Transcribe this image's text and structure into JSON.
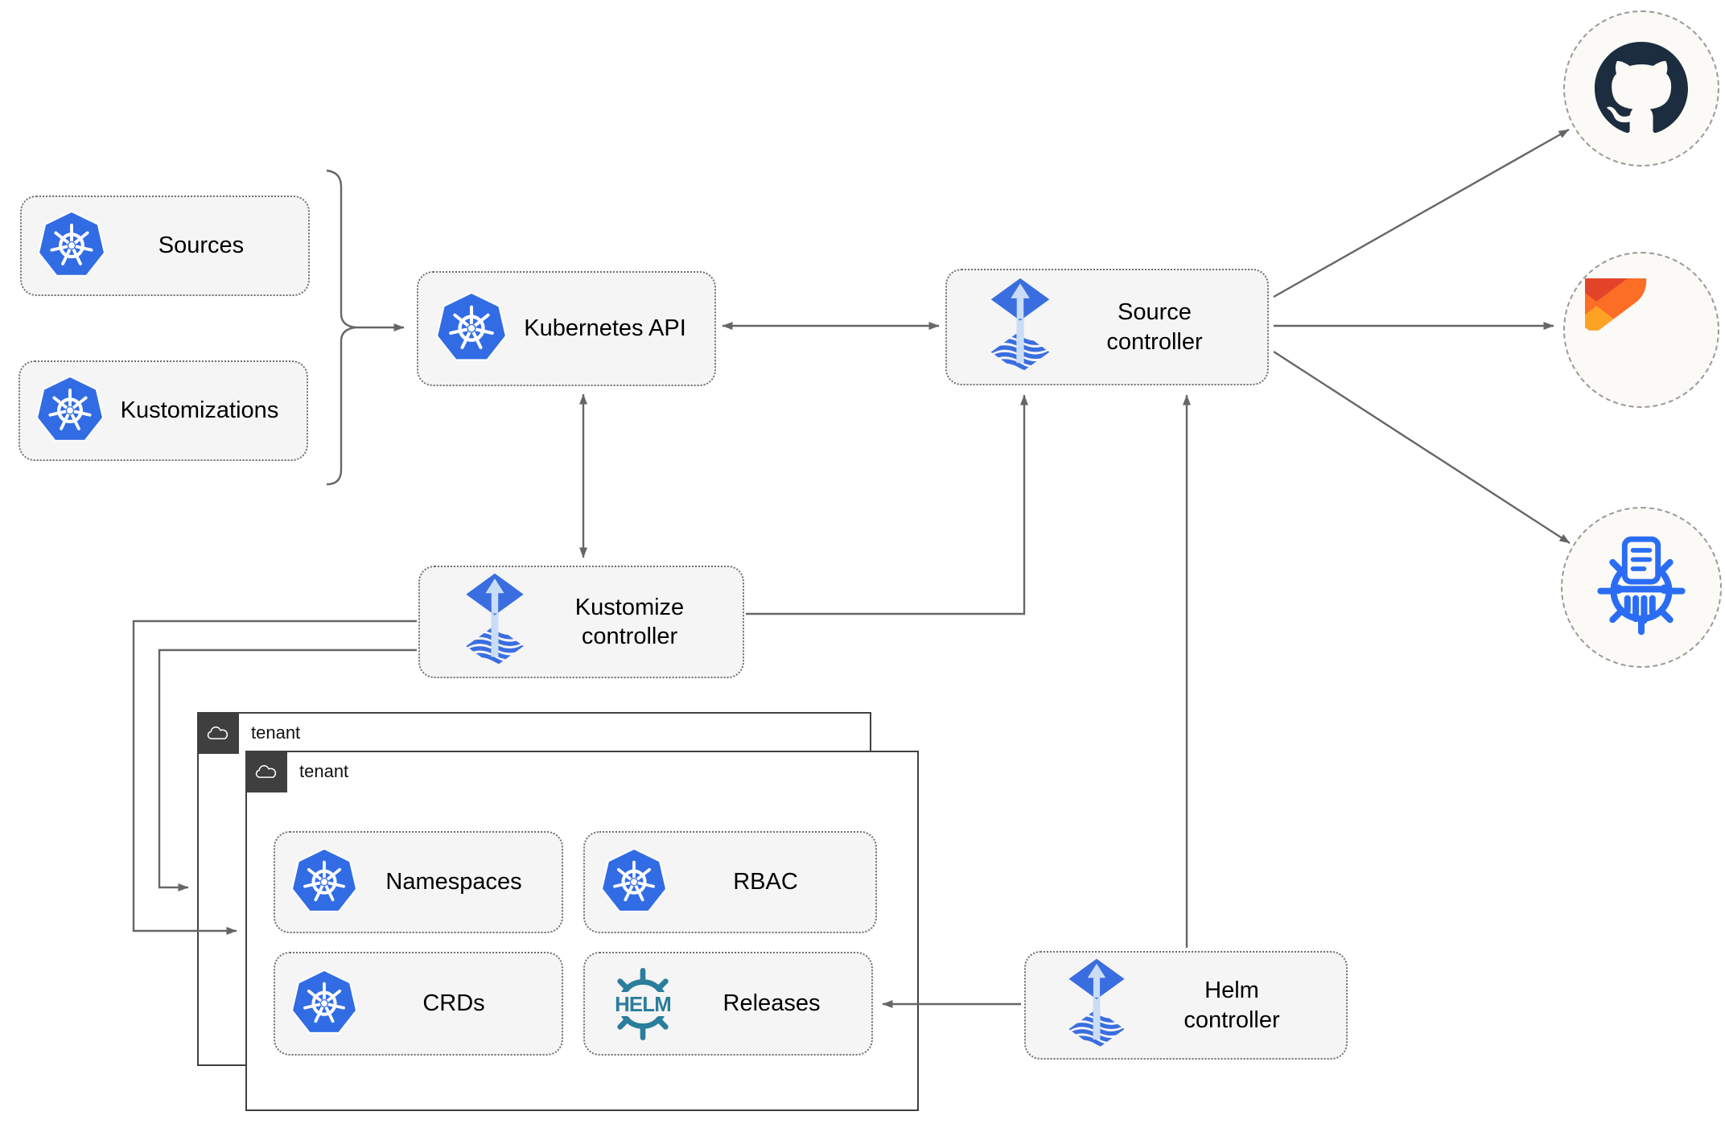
{
  "nodes": {
    "sources": {
      "label": "Sources",
      "icon": "kubernetes"
    },
    "kustomizations": {
      "label": "Kustomizations",
      "icon": "kubernetes"
    },
    "kubernetes_api": {
      "label": "Kubernetes API",
      "icon": "kubernetes"
    },
    "source_controller": {
      "label": "Source\ncontroller",
      "icon": "flux"
    },
    "kustomize_controller": {
      "label": "Kustomize\ncontroller",
      "icon": "flux"
    },
    "helm_controller": {
      "label": "Helm\ncontroller",
      "icon": "flux"
    },
    "namespaces": {
      "label": "Namespaces",
      "icon": "kubernetes"
    },
    "rbac": {
      "label": "RBAC",
      "icon": "kubernetes"
    },
    "crds": {
      "label": "CRDs",
      "icon": "kubernetes"
    },
    "releases": {
      "label": "Releases",
      "icon": "helm"
    }
  },
  "containers": {
    "tenant_back": {
      "label": "tenant",
      "icon": "cloud"
    },
    "tenant_front": {
      "label": "tenant",
      "icon": "cloud"
    }
  },
  "external_targets": {
    "github": {
      "icon": "github-logo"
    },
    "gitlab": {
      "icon": "gitlab-logo"
    },
    "chart_repository": {
      "icon": "chartmuseum-logo"
    }
  },
  "helm_logo_text": "HELM",
  "colors": {
    "kubernetes_blue": "#326ce5",
    "flux_blue": "#3a6ee0",
    "flux_arrow_light": "#c9ddf6",
    "helm_teal": "#2a7d9c",
    "github_dark": "#1b2d3f",
    "gitlab_red": "#e24329",
    "gitlab_orange": "#fc6d26",
    "gitlab_yellow": "#fca326",
    "chartmuseum_blue": "#2a6df4",
    "connector_gray": "#666666",
    "node_fill": "#f5f5f5",
    "node_border": "#707070",
    "tenant_border": "#404040",
    "tenant_header_bg": "#3f3f3f",
    "circle_fill": "#fbfaf6",
    "circle_border": "#9a9a9a",
    "label_color": "#000000"
  }
}
